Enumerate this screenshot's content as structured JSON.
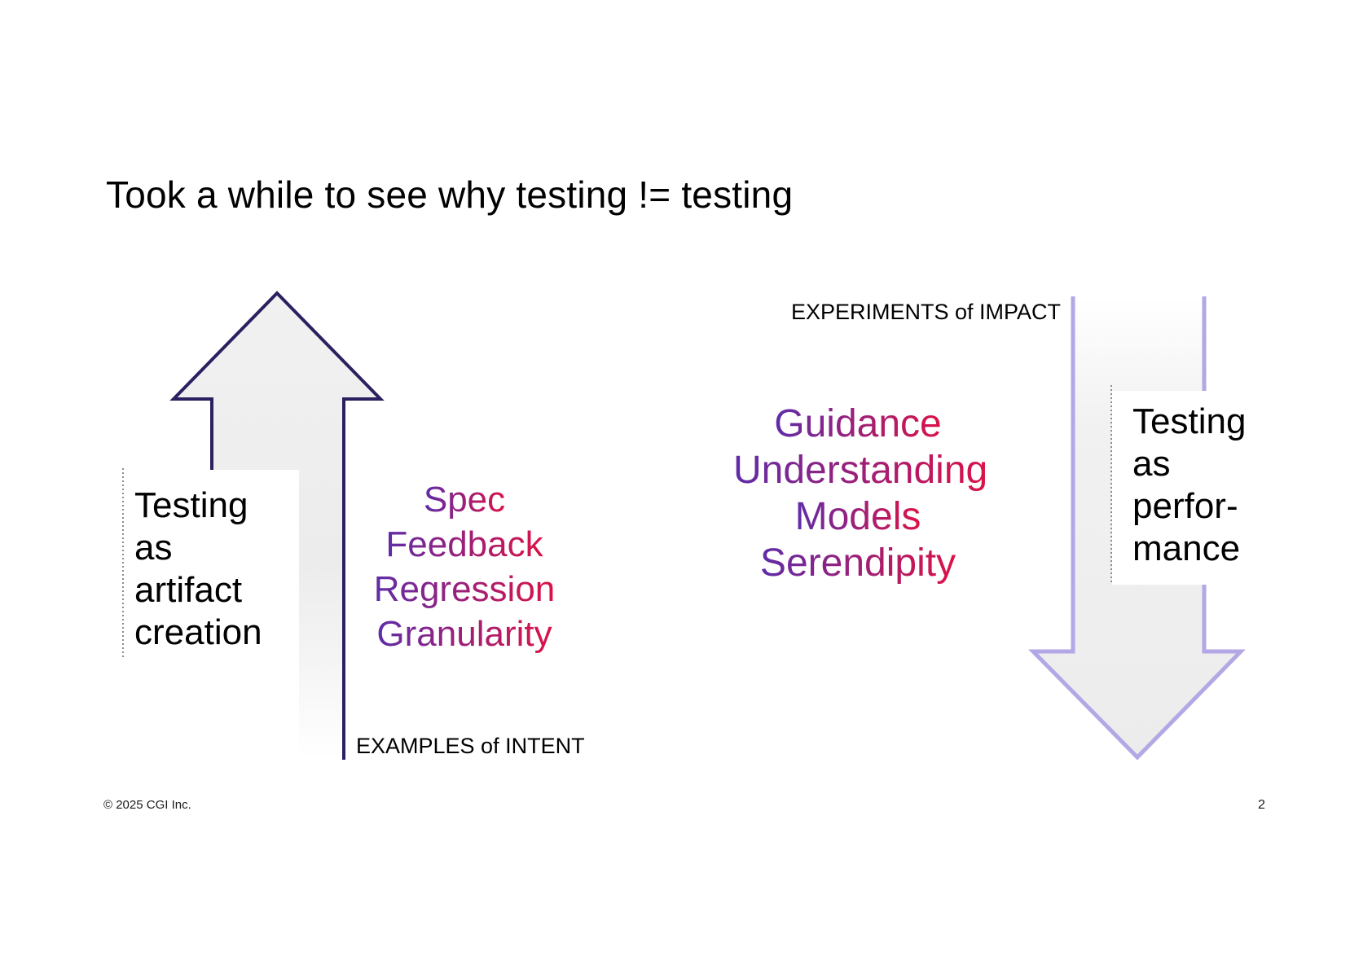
{
  "slide": {
    "title": "Took a while to see why testing != testing",
    "left_group": {
      "arrow": "up-arrow",
      "label_lines": [
        "Testing",
        "as",
        "artifact",
        "creation"
      ],
      "keywords": [
        "Spec",
        "Feedback",
        "Regression",
        "Granularity"
      ],
      "caption": "EXAMPLES of INTENT"
    },
    "right_group": {
      "arrow": "down-arrow",
      "caption": "EXPERIMENTS of IMPACT",
      "keywords": [
        "Guidance",
        "Understanding",
        "Models",
        "Serendipity"
      ],
      "label_lines": [
        "Testing",
        "as",
        "perfor-",
        "mance"
      ]
    },
    "footer": {
      "copyright": "© 2025 CGI Inc.",
      "page_number": "2"
    },
    "colors": {
      "up_arrow_outline": "#2A2160",
      "down_arrow_outline": "#B4A7E5",
      "arrow_fill": "#EFEFEF",
      "keyword_gradient_start": "#5F2DA8",
      "keyword_gradient_end": "#DC1247"
    }
  }
}
